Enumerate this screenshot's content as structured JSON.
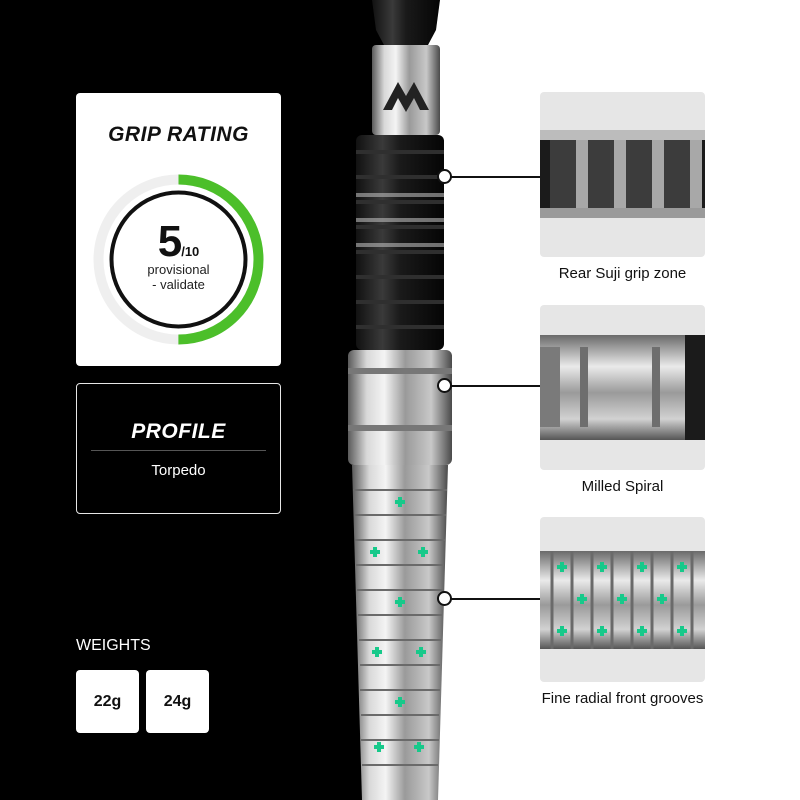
{
  "grip_rating": {
    "title": "GRIP RATING",
    "score": "5",
    "max": "/10",
    "score_fraction": 0.5,
    "note_line1": "provisional",
    "note_line2": "- validate",
    "accent_color": "#4cbf2a"
  },
  "profile": {
    "title": "PROFILE",
    "value": "Torpedo"
  },
  "weights": {
    "label": "WEIGHTS",
    "options": [
      "22g",
      "24g"
    ]
  },
  "callouts": [
    {
      "label": "Rear Suji grip zone"
    },
    {
      "label": "Milled Spiral"
    },
    {
      "label": "Fine radial front grooves"
    }
  ],
  "colors": {
    "left_background": "#000000",
    "right_background": "#ffffff",
    "detail_background": "#e6e6e6",
    "insert_green": "#17c98a"
  }
}
